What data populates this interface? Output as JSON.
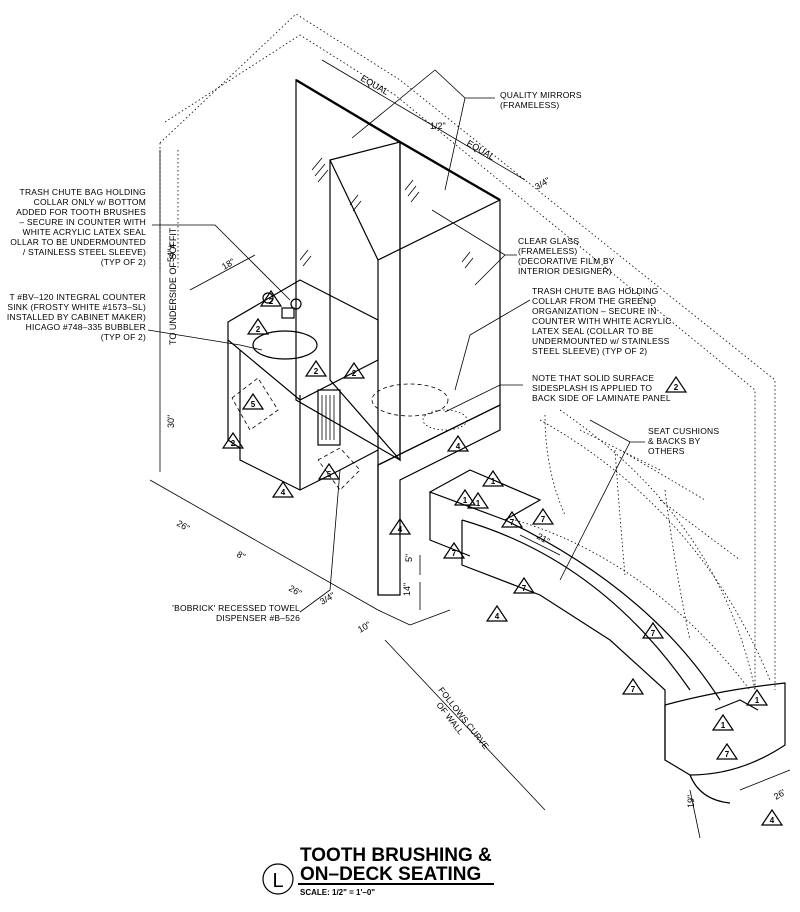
{
  "notes": {
    "quality_mirrors": [
      "QUALITY MIRRORS",
      "(FRAMELESS)"
    ],
    "trash_chute_left": [
      "TRASH CHUTE BAG HOLDING",
      "COLLAR ONLY w/ BOTTOM",
      "ADDED FOR TOOTH BRUSHES",
      "– SECURE IN COUNTER WITH",
      "WHITE ACRYLIC LATEX SEAL",
      "OLLAR TO BE UNDERMOUNTED",
      "/ STAINLESS STEEL SLEEVE)",
      "(TYP OF 2)"
    ],
    "sink": [
      "T #BV–120 INTEGRAL COUNTER",
      "SINK (FROSTY WHITE #1573–SL)",
      "INSTALLED BY CABINET MAKER)",
      "HICAGO #748–335 BUBBLER",
      "(TYP OF 2)"
    ],
    "clear_glass": [
      "CLEAR GLASS",
      "(FRAMELESS)",
      "(DECORATIVE FILM BY",
      "INTERIOR DESIGNER)"
    ],
    "trash_chute_right": [
      "TRASH CHUTE BAG HOLDING",
      "COLLAR FROM THE GREENO",
      "ORGANIZATION – SECURE IN",
      "COUNTER WITH WHITE ACRYLIC",
      "LATEX SEAL (COLLAR TO BE",
      "UNDERMOUNTED w/ STAINLESS",
      "STEEL SLEEVE) (TYP OF 2)"
    ],
    "solid_surface": [
      "NOTE THAT SOLID SURFACE",
      "SIDESPLASH IS APPLIED TO",
      "BACK SIDE OF LAMINATE PANEL"
    ],
    "seat_cushions": [
      "SEAT CUSHIONS",
      "& BACKS BY",
      "OTHERS"
    ],
    "bobrick": [
      "'BOBRICK' RECESSED TOWEL",
      "DISPENSER #B–526"
    ],
    "follows_curve": [
      "FOLLOWS CURVE",
      "OF WALL"
    ]
  },
  "dimensions": {
    "equal_1": "EQUAL",
    "equal_2": "EQUAL",
    "half_inch": "1/2\"",
    "three_quarter_1": "3/4\"",
    "three_quarter_2": "3/4\"",
    "eighteen": "18\"",
    "fifty_four": "54\"±",
    "to_soffit": "TO UNDERSIDE OF SOFFIT",
    "thirty": "30\"",
    "twenty_six_1": "26\"",
    "eight": "8\"",
    "twenty_six_2": "26\"",
    "ten": "10\"",
    "five": "5\"",
    "fourteen": "14\"",
    "twenty_one": "21\"",
    "nineteen": "19\"",
    "twenty_six_3": "26'"
  },
  "tags": [
    "2",
    "2",
    "2",
    "2",
    "2",
    "5",
    "5",
    "4",
    "4",
    "4",
    "4",
    "1",
    "1",
    "1",
    "7",
    "7",
    "7",
    "7",
    "7",
    "7",
    "4",
    "1",
    "1"
  ],
  "title": {
    "line1": "TOOTH BRUSHING &",
    "line2": "ON–DECK SEATING",
    "detail_letter": "L",
    "scale": "SCALE: 1/2\" = 1'–0\""
  }
}
